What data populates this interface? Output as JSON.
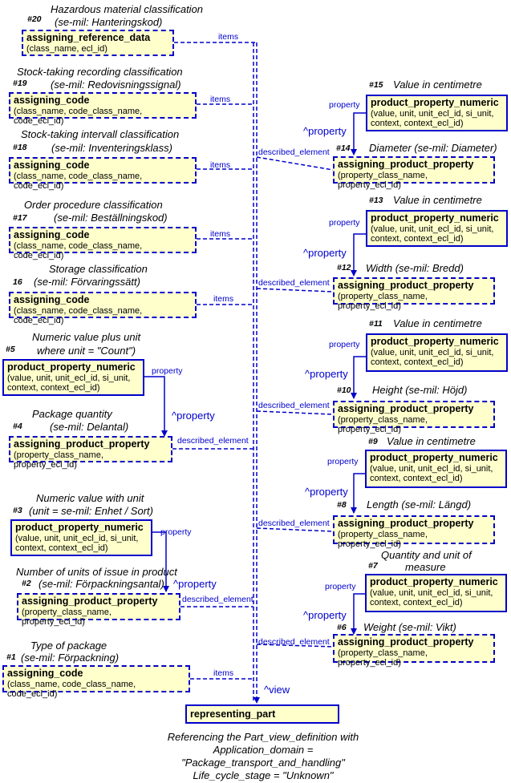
{
  "left": [
    {
      "label1": "Hazardous material classification",
      "label2": "(se-mil: Hanteringskod)",
      "num": "#20",
      "title": "assigning_reference_data",
      "attrs": "(class_name, ecl_id)",
      "rel": "items"
    },
    {
      "label1": "Stock-taking recording classification",
      "label2": "(se-mil: Redovisningssignal)",
      "num": "#19",
      "title": "assigning_code",
      "attrs": "(class_name, code_class_name, code_ecl_id)",
      "rel": "items"
    },
    {
      "label1": "Stock-taking intervall classification",
      "label2": "(se-mil: Inventeringsklass)",
      "num": "#18",
      "title": "assigning_code",
      "attrs": "(class_name, code_class_name, code_ecl_id)",
      "rel": "items"
    },
    {
      "label1": "Order procedure classification",
      "label2": "(se-mil: Beställningskod)",
      "num": "#17",
      "title": "assigning_code",
      "attrs": "(class_name, code_class_name, code_ecl_id)",
      "rel": "items"
    },
    {
      "label1": "Storage classification",
      "label2": "(se-mil: Förvaringssätt)",
      "num": "16",
      "title": "assigning_code",
      "attrs": "(class_name, code_class_name, code_ecl_id)",
      "rel": "items"
    },
    {
      "label1": "Numeric value plus unit",
      "label2": "where unit = \"Count\")",
      "num": "#5",
      "title": "product_property_numeric",
      "attrs": "(value, unit, unit_ecl_id, si_unit, context, context_ecl_id)",
      "rel": "property"
    },
    {
      "label1": "Package quantity",
      "label2": "(se-mil: Delantal)",
      "num": "#4",
      "title": "assigning_product_property",
      "attrs": "(property_class_name, property_ecl_id)",
      "rel": "described_element"
    },
    {
      "label1": "Numeric value with unit",
      "label2": "(unit = se-mil: Enhet / Sort)",
      "num": "#3",
      "title": "product_property_numeric",
      "attrs": "(value, unit, unit_ecl_id, si_unit, context, context_ecl_id)",
      "rel": "property"
    },
    {
      "label1": "Number of units of issue in product",
      "label2": "(se-mil: Förpackningsantal)",
      "num": "#2",
      "title": "assigning_product_property",
      "attrs": "(property_class_name, property_ecl_id)",
      "rel": "described_element"
    },
    {
      "label1": "Type of package",
      "label2": "(se-mil: Förpackning)",
      "num": "#1",
      "title": "assigning_code",
      "attrs": "(class_name, code_class_name, code_ecl_id)",
      "rel": "items"
    }
  ],
  "right": [
    {
      "num": "#15",
      "label": "Value in centimetre",
      "title": "product_property_numeric",
      "attrs": "(value, unit, unit_ecl_id, si_unit, context, context_ecl_id)",
      "rel": "property"
    },
    {
      "num": "#14",
      "label": "Diameter (se-mil: Diameter)",
      "title": "assigning_product_property",
      "attrs": "(property_class_name, property_ecl_id)",
      "rel": "described_element"
    },
    {
      "num": "#13",
      "label": "Value in centimetre",
      "title": "product_property_numeric",
      "attrs": "(value, unit, unit_ecl_id, si_unit, context, context_ecl_id)",
      "rel": "property"
    },
    {
      "num": "#12",
      "label": "Width (se-mil: Bredd)",
      "title": "assigning_product_property",
      "attrs": "(property_class_name, property_ecl_id)",
      "rel": "described_element"
    },
    {
      "num": "#11",
      "label": "Value in centimetre",
      "title": "product_property_numeric",
      "attrs": "(value, unit, unit_ecl_id, si_unit, context, context_ecl_id)",
      "rel": "property"
    },
    {
      "num": "#10",
      "label": "Height (se-mil: Höjd)",
      "title": "assigning_product_property",
      "attrs": "(property_class_name, property_ecl_id)",
      "rel": "described_element"
    },
    {
      "num": "#9",
      "label": "Value in centimetre",
      "title": "product_property_numeric",
      "attrs": "(value, unit, unit_ecl_id, si_unit, context, context_ecl_id)",
      "rel": "property"
    },
    {
      "num": "#8",
      "label": "Length (se-mil: Längd)",
      "title": "assigning_product_property",
      "attrs": "(property_class_name, property_ecl_id)",
      "rel": "described_element"
    },
    {
      "num": "#7",
      "label1": "Quantity and unit of",
      "label2": "measure",
      "title": "product_property_numeric",
      "attrs": "(value, unit, unit_ecl_id, si_unit, context, context_ecl_id)",
      "rel": "property"
    },
    {
      "num": "#6",
      "label": "Weight (se-mil: Vikt)",
      "title": "assigning_product_property",
      "attrs": "(property_class_name, property_ecl_id)",
      "rel": "described_element"
    }
  ],
  "property_inverse": "^property",
  "view_label": "^view",
  "center": {
    "title": "representing_part"
  },
  "caption": [
    "Referencing the Part_view_definition with",
    "Application_domain =",
    "\"Package_transport_and_handling\"",
    "Life_cycle_stage = \"Unknown\""
  ]
}
